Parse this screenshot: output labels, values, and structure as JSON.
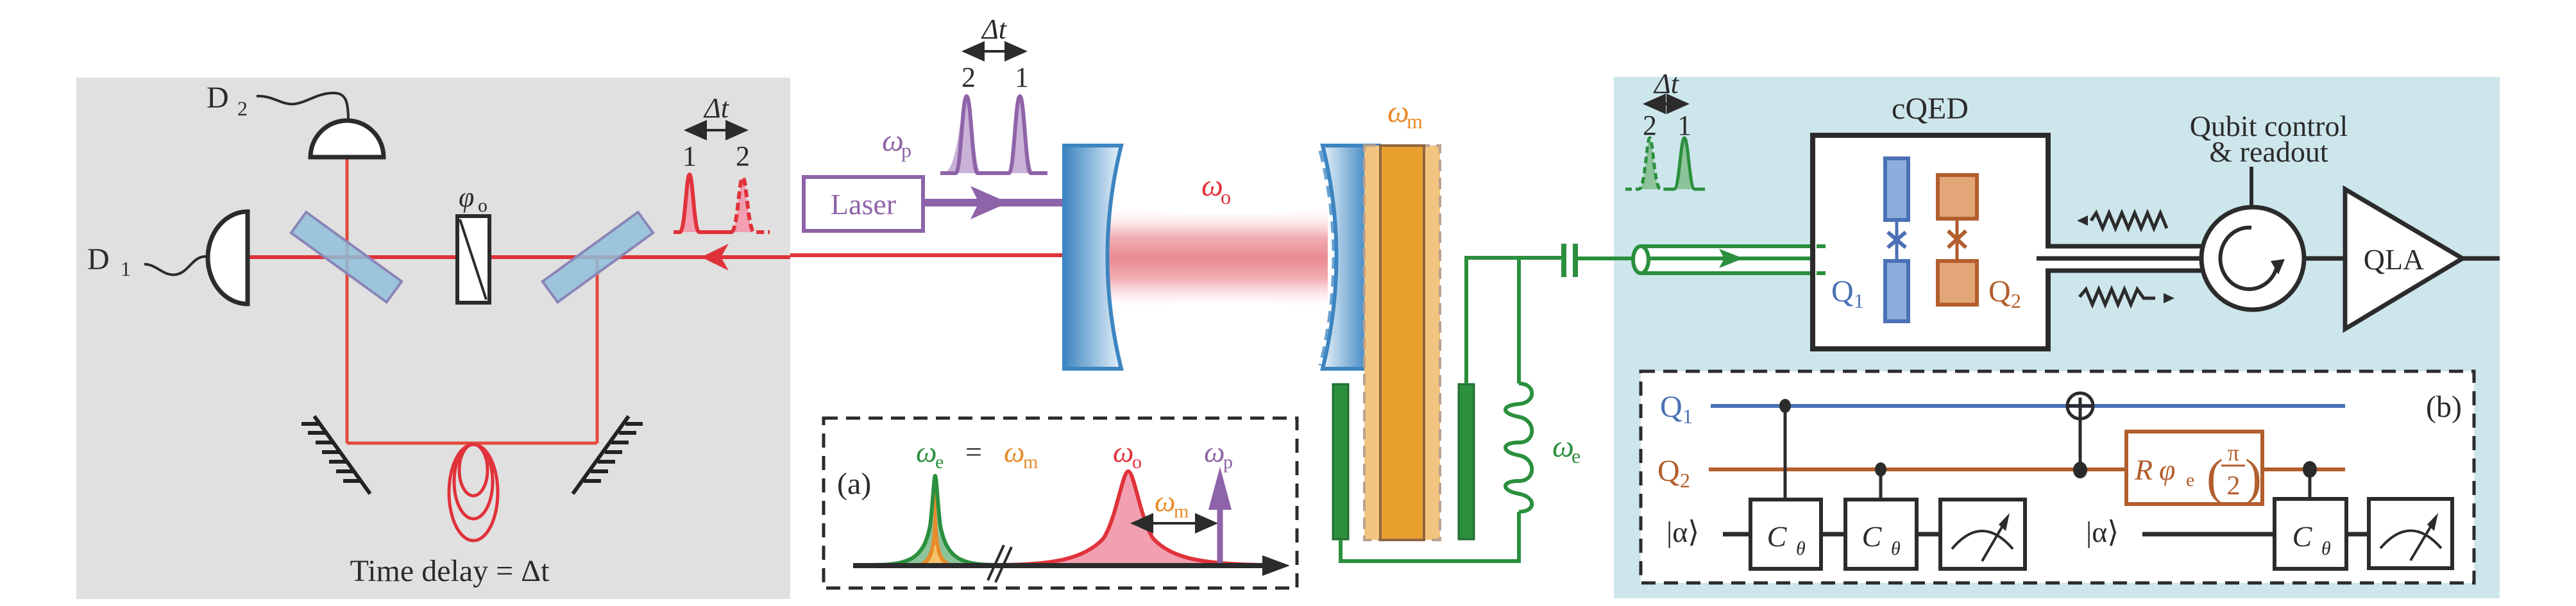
{
  "colors": {
    "gray_panel": "#e0e0e0",
    "blue_panel": "#cde6ec",
    "red": "#e0323a",
    "pink": "#f19fb1",
    "purple": "#8e63a8",
    "purple_light": "#c9b1d8",
    "mirror_blue": "#3d85c0",
    "orange": "#e8a02f",
    "orange_light": "#f1c57f",
    "orange_dark": "#8e6643",
    "green": "#2b8f3e",
    "green_light": "#8cc39a",
    "q1_blue": "#4a71b6",
    "q1_fill": "#8daedc",
    "q2_brown": "#b25e2d",
    "q2_fill": "#e3a678",
    "dark": "#2b2b2b",
    "bs_fill": "#8fbfd9",
    "bs_edge": "#8a85b8"
  },
  "interferometer": {
    "detector1": "D",
    "detector1_sub": "1",
    "detector2": "D",
    "detector2_sub": "2",
    "phase_label": "φ",
    "phase_sub": "o",
    "delay_label": "Time delay = Δt",
    "delta_t": "Δt",
    "pulse_labels": [
      "1",
      "2"
    ]
  },
  "pump": {
    "laser_label": "Laser",
    "freq_label": "ω",
    "freq_sub": "p",
    "delta_t": "Δt",
    "pulse_labels": [
      "2",
      "1"
    ]
  },
  "cavity": {
    "optical_label": "ω",
    "optical_sub": "o",
    "mech_label": "ω",
    "mech_sub": "m"
  },
  "circuit": {
    "elec_label": "ω",
    "elec_sub": "e"
  },
  "inset_a": {
    "panel": "(a)",
    "we": "ω",
    "we_sub": "e",
    "equals": "=",
    "wm": "ω",
    "wm_sub": "m",
    "wo": "ω",
    "wo_sub": "o",
    "wp": "ω",
    "wp_sub": "p",
    "detuning": "ω",
    "detuning_sub": "m"
  },
  "cqed": {
    "title": "cQED",
    "delta_t": "Δt",
    "pulse_labels": [
      "2",
      "1"
    ],
    "q1": "Q",
    "q1_sub": "1",
    "q2": "Q",
    "q2_sub": "2",
    "control_line1": "Qubit control",
    "control_line2": "& readout",
    "amp_label": "QLA"
  },
  "inset_b": {
    "panel": "(b)",
    "q1": "Q",
    "q1_sub": "1",
    "q2": "Q",
    "q2_sub": "2",
    "alpha": "|α⟩",
    "gate": "C",
    "gate_sub": "θ",
    "rot_R": "R",
    "rot_phi": "φ",
    "rot_sub": "e",
    "rot_num": "π",
    "rot_den": "2"
  }
}
